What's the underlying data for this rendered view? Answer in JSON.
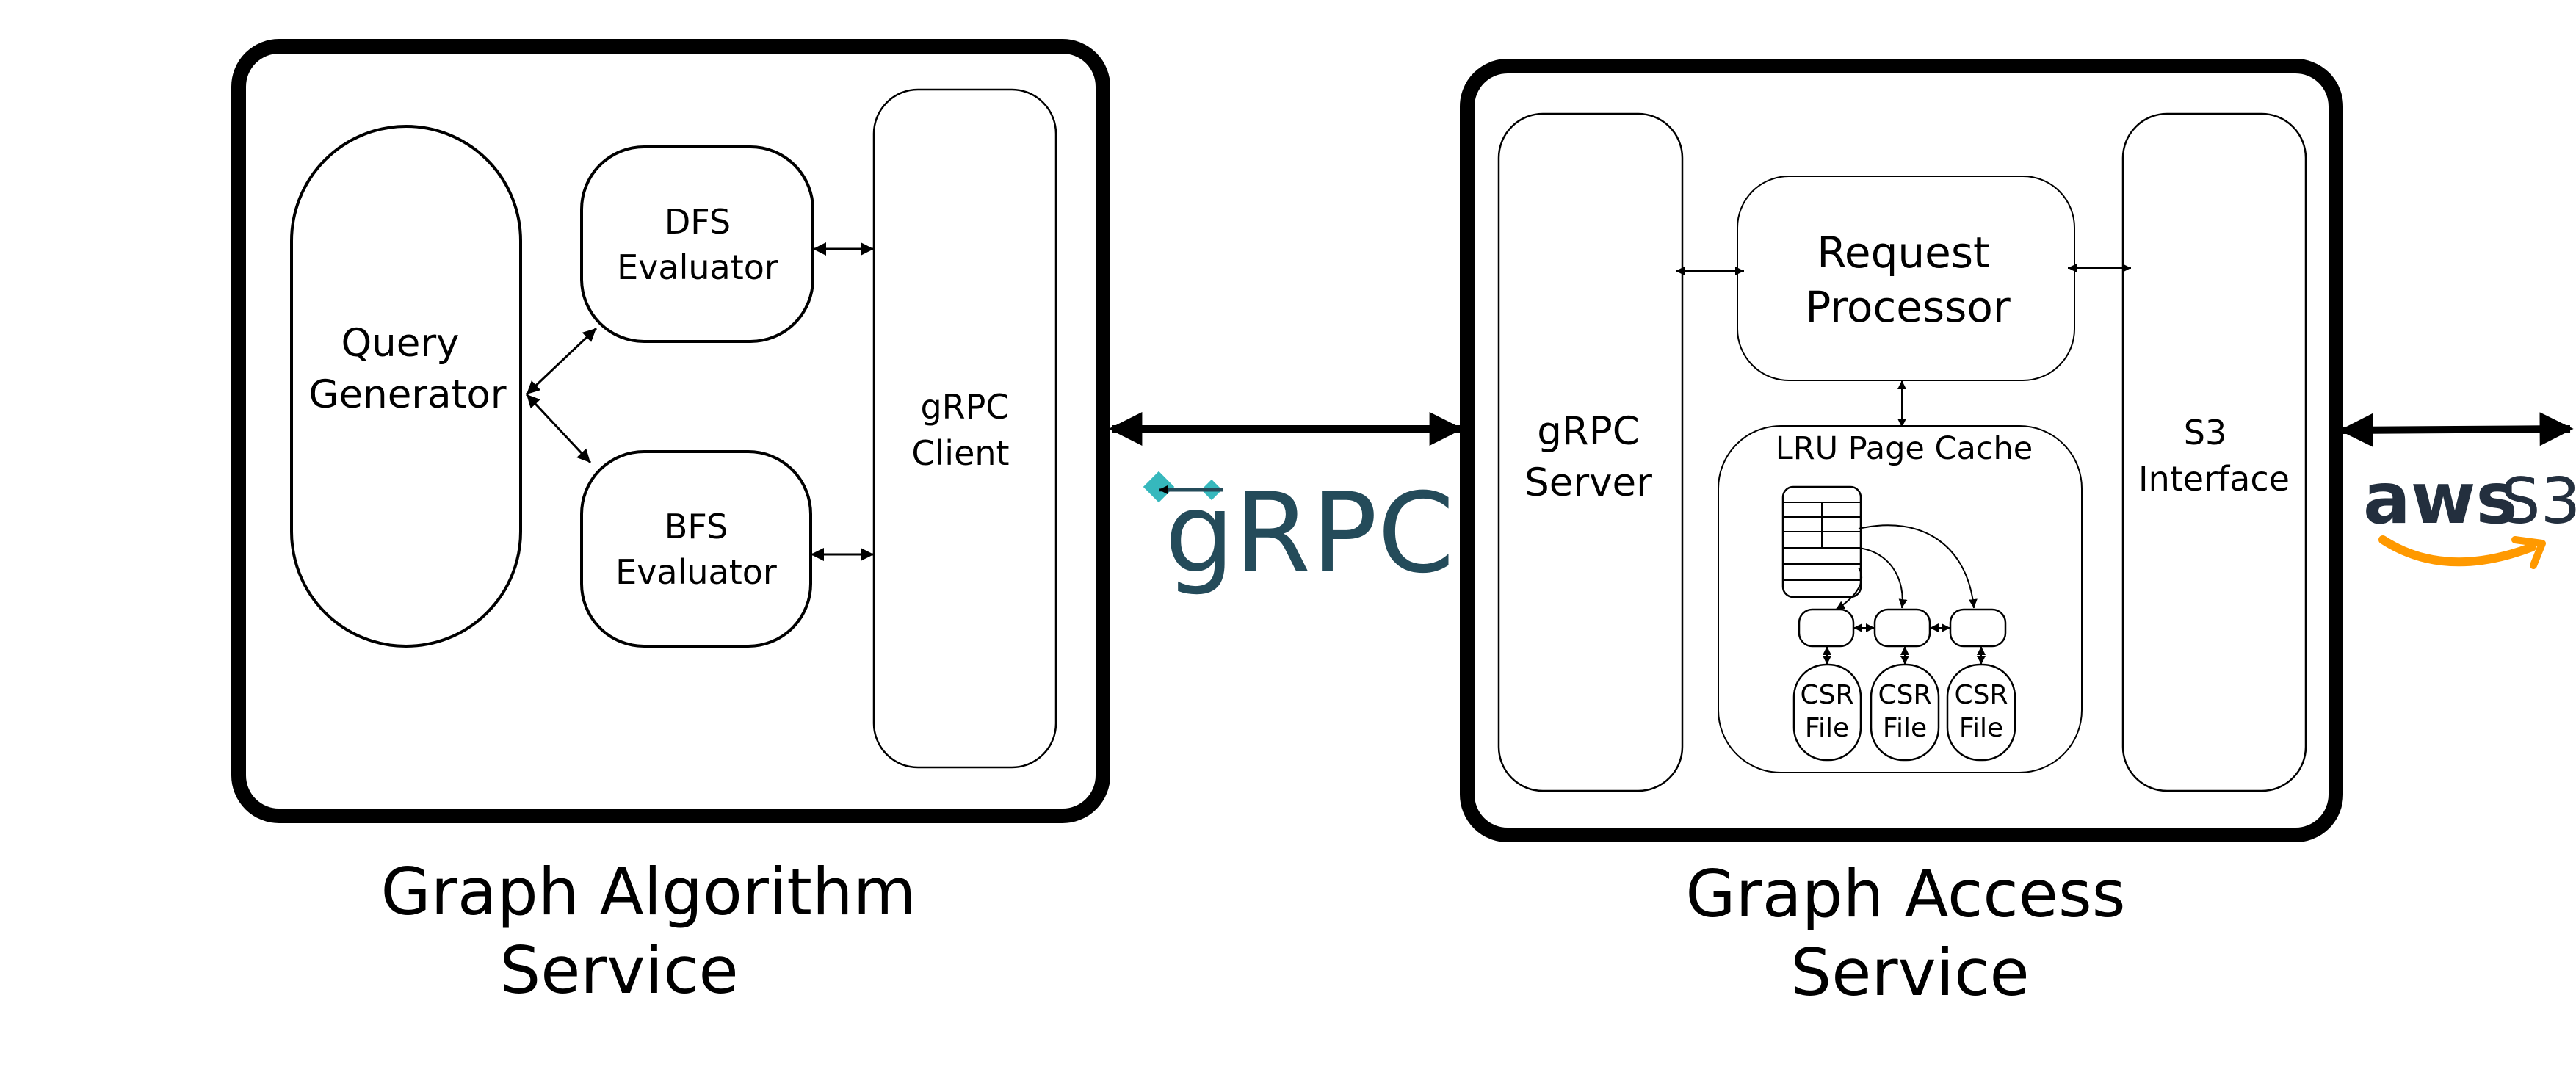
{
  "colors": {
    "stroke": "#000000",
    "background": "#ffffff",
    "grpc_logo": "#244b5a",
    "grpc_accent": "#36b8bd",
    "aws_text": "#232f3e",
    "aws_smile": "#ff9900"
  },
  "services": {
    "algorithm": {
      "caption_line1": "Graph Algorithm",
      "caption_line2": "Service",
      "query_generator": {
        "line1": "Query",
        "line2": "Generator"
      },
      "dfs_evaluator": {
        "line1": "DFS",
        "line2": "Evaluator"
      },
      "bfs_evaluator": {
        "line1": "BFS",
        "line2": "Evaluator"
      },
      "grpc_client": {
        "line1": "gRPC",
        "line2": "Client"
      }
    },
    "access": {
      "caption_line1": "Graph Access",
      "caption_line2": "Service",
      "grpc_server": {
        "line1": "gRPC",
        "line2": "Server"
      },
      "request_processor": {
        "line1": "Request",
        "line2": "Processor"
      },
      "lru_cache": {
        "title": "LRU Page Cache",
        "csr_files": [
          {
            "line1": "CSR",
            "line2": "File"
          },
          {
            "line1": "CSR",
            "line2": "File"
          },
          {
            "line1": "CSR",
            "line2": "File"
          }
        ]
      },
      "s3_interface": {
        "line1": "S3",
        "line2": "Interface"
      }
    }
  },
  "logos": {
    "grpc": {
      "text": "gRPC",
      "icon": "grpc-logo"
    },
    "aws": {
      "text_aws": "aws",
      "text_s3": "S3",
      "icon": "aws-s3-logo"
    }
  }
}
